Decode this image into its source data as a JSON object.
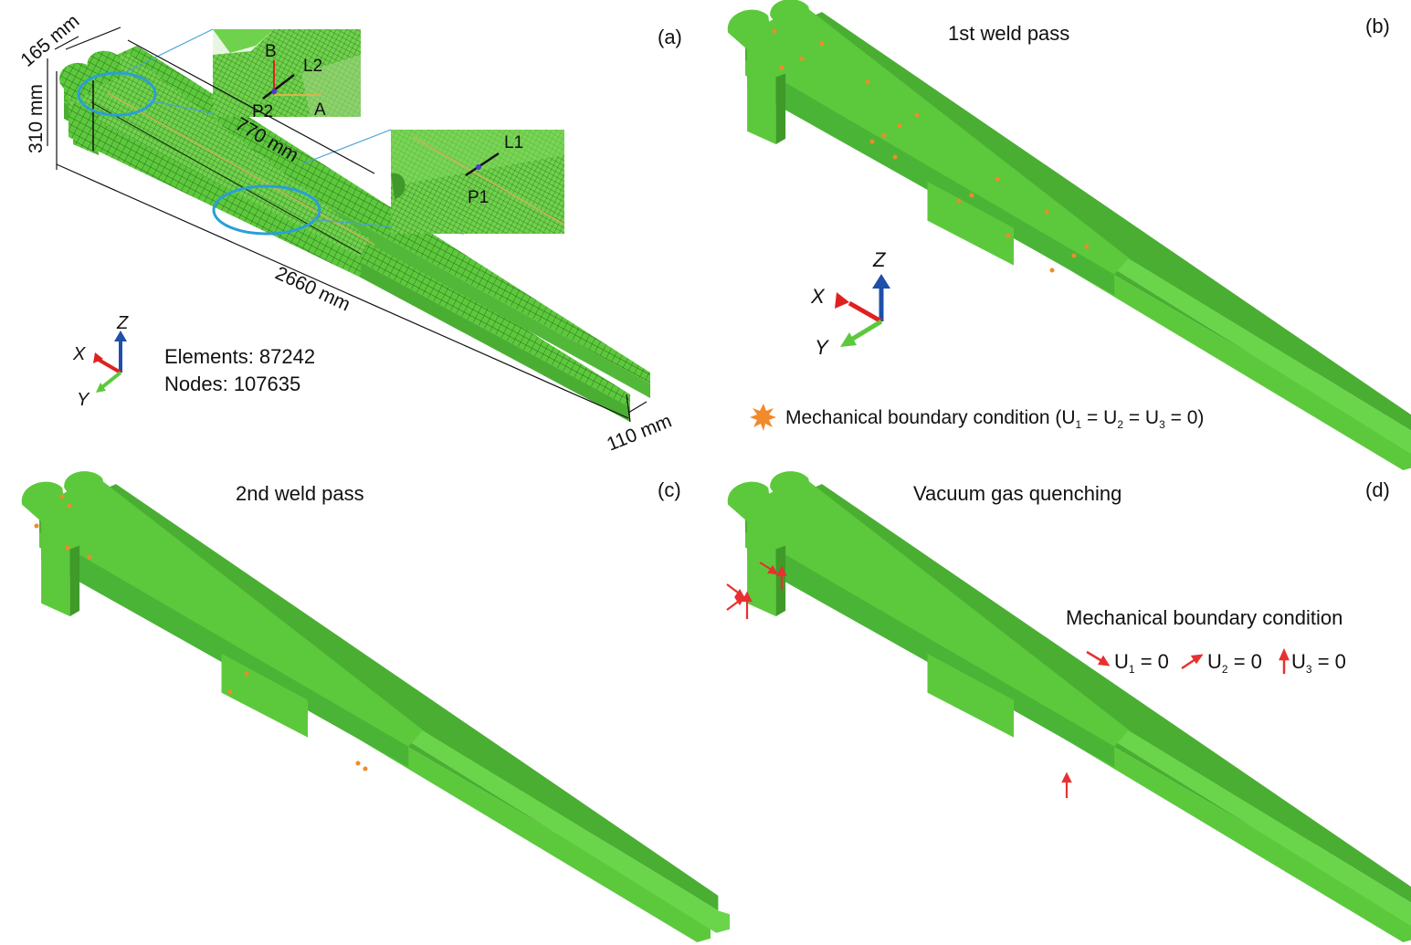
{
  "colors": {
    "part_fill": "#5cc93c",
    "part_dark": "#3f9a2a",
    "part_edge": "#2f7d20",
    "mesh_line": "#2c6a1a",
    "circle": "#2a9fd6",
    "leader": "#4aa3d0",
    "axis_x": "#e02020",
    "axis_y": "#5cc93c",
    "axis_z": "#1f4fa8",
    "bc_marker": "#f08a2a",
    "bc_arrow": "#e83030"
  },
  "panel_a": {
    "tag": "(a)",
    "dims": {
      "d165": "165 mm",
      "d310": "310 mm",
      "d770": "770 mm",
      "d2660": "2660 mm",
      "d110": "110 mm"
    },
    "inset_top": {
      "b": "B",
      "l2": "L2",
      "p2": "P2",
      "a": "A"
    },
    "inset_mid": {
      "l1": "L1",
      "p1": "P1"
    },
    "axes": {
      "x": "X",
      "y": "Y",
      "z": "Z"
    },
    "elements": "Elements: 87242",
    "nodes": "Nodes: 107635"
  },
  "panel_b": {
    "tag": "(b)",
    "title": "1st weld pass",
    "axes": {
      "x": "X",
      "y": "Y",
      "z": "Z"
    },
    "legend_prefix": "Mechanical boundary condition (U",
    "sub1": "1",
    "eq1": " = U",
    "sub2": "2",
    "eq2": " = U",
    "sub3": "3",
    "legend_suffix": " = 0)",
    "marker_icon": "star-burst-icon"
  },
  "panel_c": {
    "tag": "(c)",
    "title": "2nd weld pass"
  },
  "panel_d": {
    "tag": "(d)",
    "title": "Vacuum gas quenching",
    "legend_title": "Mechanical boundary condition",
    "u": "U",
    "s1": "1",
    "s2": "2",
    "s3": "3",
    "eq0": " = 0",
    "arrow_icon": "arrow-icon"
  }
}
